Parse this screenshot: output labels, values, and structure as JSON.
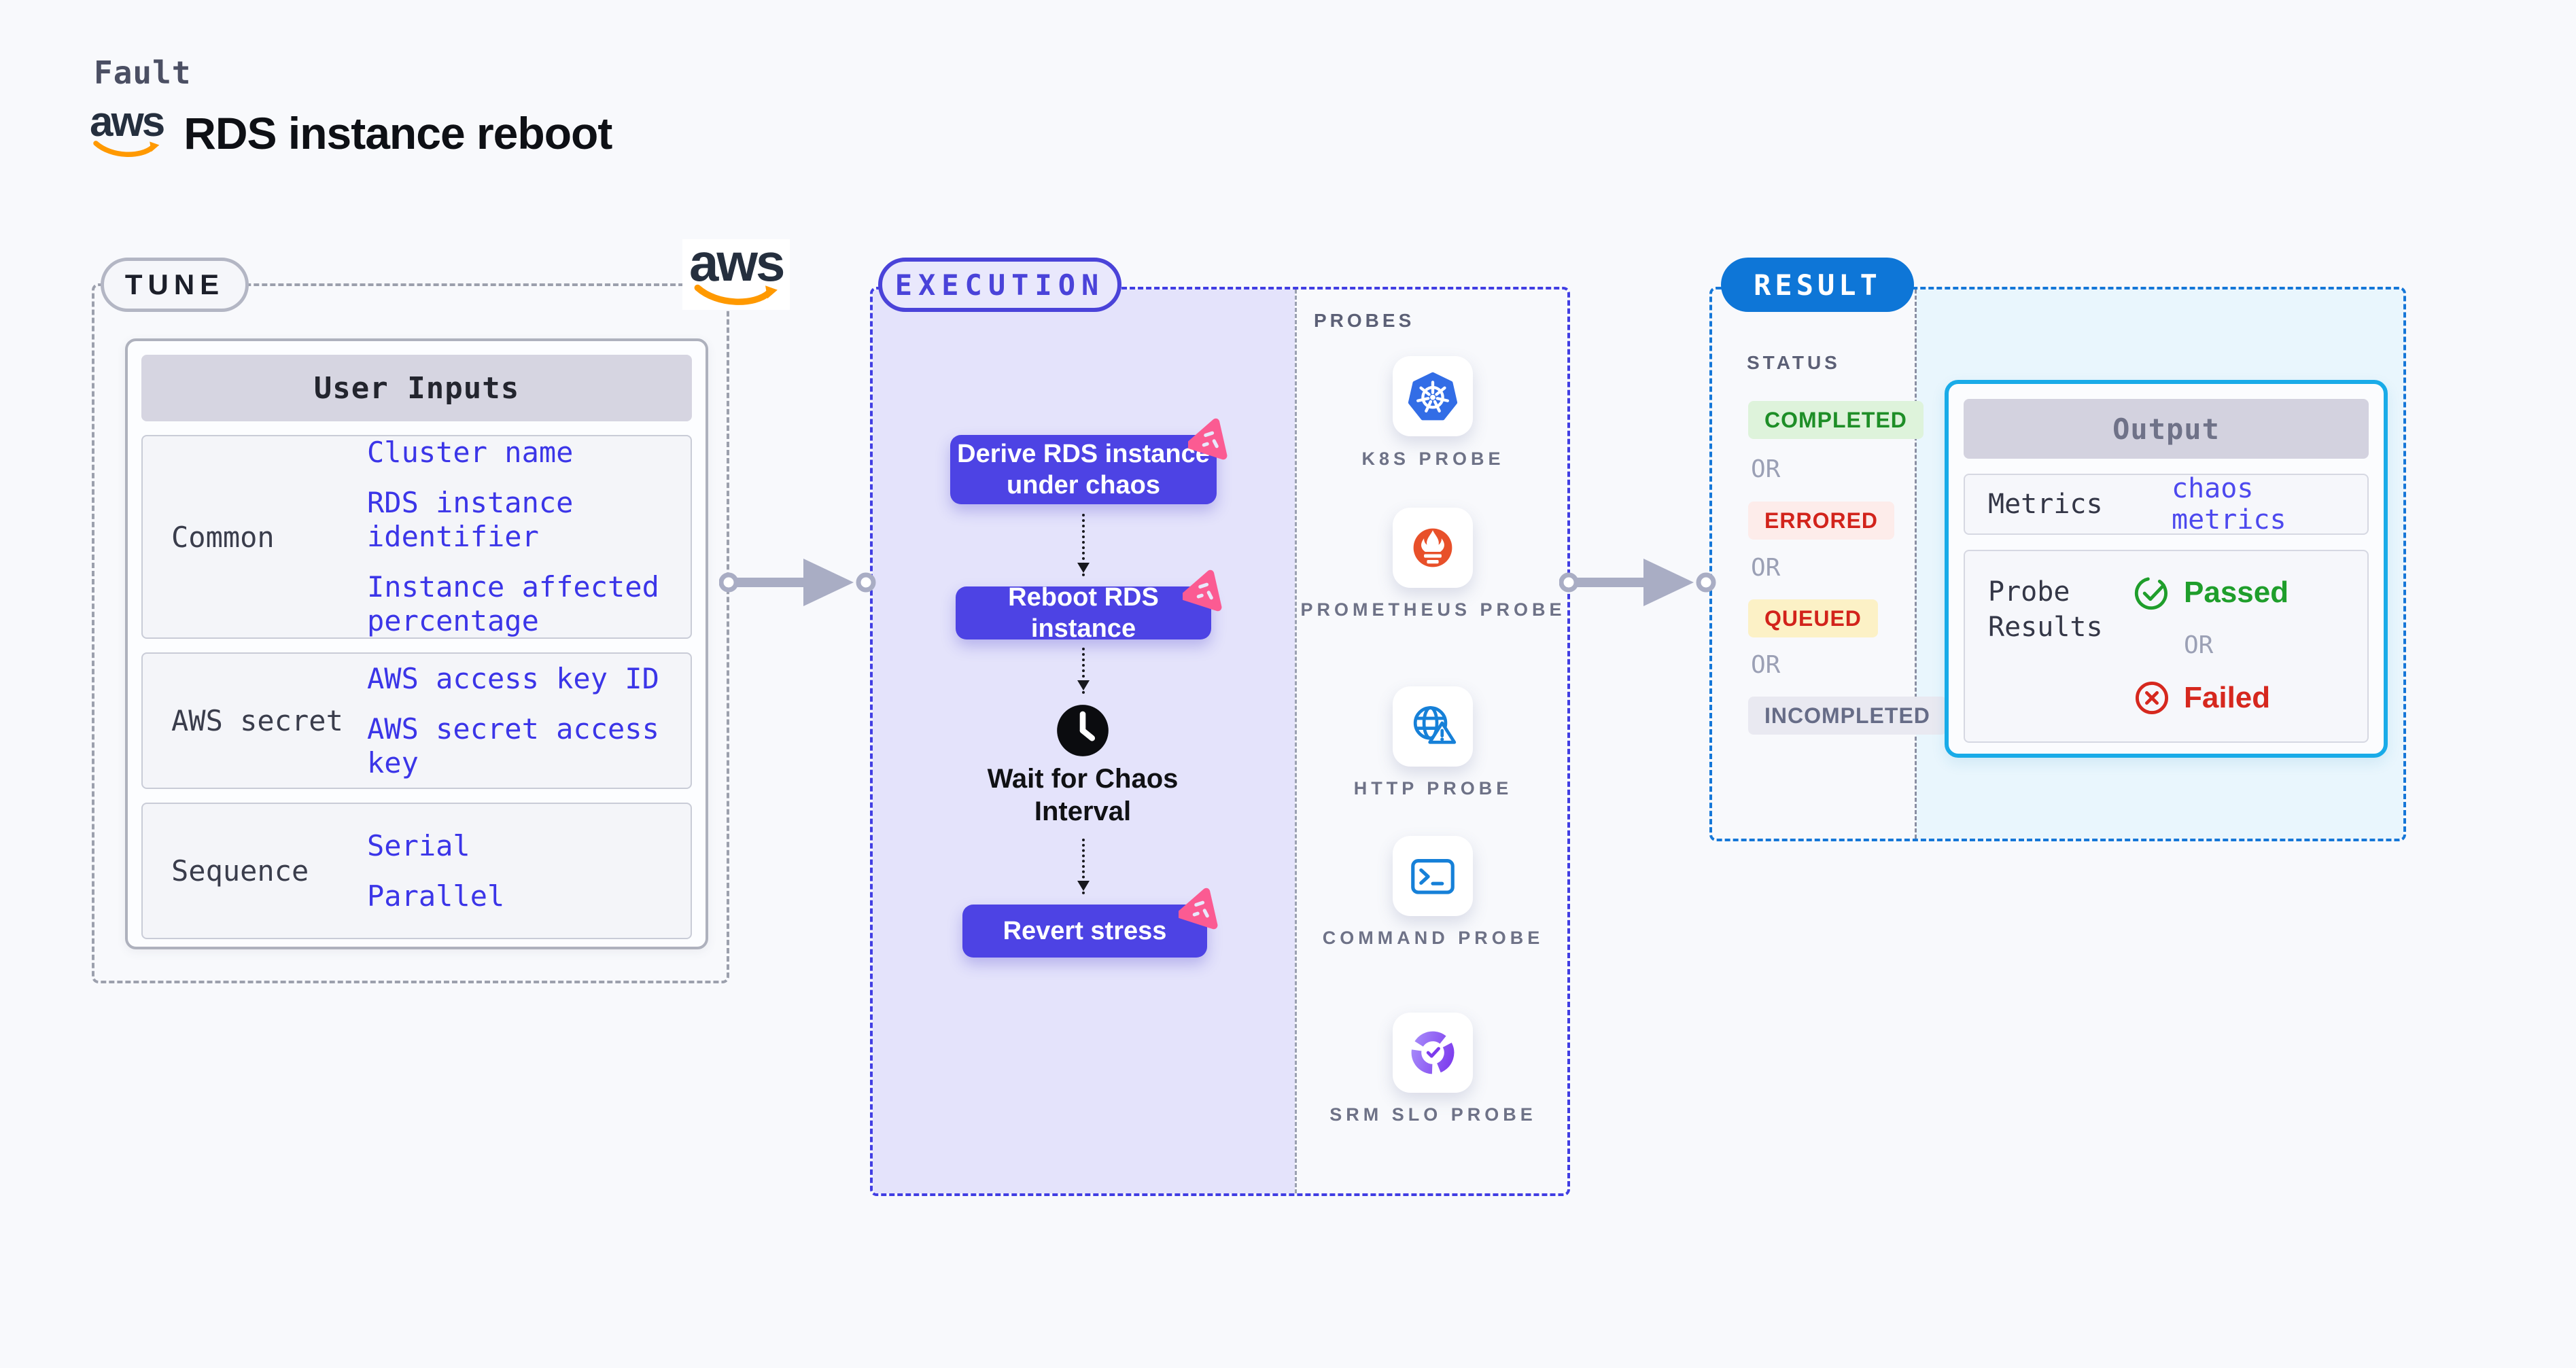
{
  "header": {
    "kicker": "Fault",
    "title": "RDS instance reboot"
  },
  "aws_logo": {
    "text": "aws"
  },
  "tune": {
    "badge": "TUNE",
    "user_inputs": {
      "header": "User Inputs",
      "rows": [
        {
          "label": "Common",
          "values": [
            "Cluster name",
            "RDS instance identifier",
            "Instance affected percentage"
          ]
        },
        {
          "label": "AWS secret",
          "values": [
            "AWS access key ID",
            "AWS secret access key"
          ]
        },
        {
          "label": "Sequence",
          "values": [
            "Serial",
            "Parallel"
          ]
        }
      ]
    }
  },
  "execution": {
    "badge": "EXECUTION",
    "steps": {
      "derive": "Derive RDS instance under chaos",
      "reboot": "Reboot RDS instance",
      "wait": "Wait for Chaos Interval",
      "revert": "Revert stress"
    },
    "probes": {
      "title": "PROBES",
      "items": [
        {
          "icon": "k8s-probe-icon",
          "label": "K8S PROBE"
        },
        {
          "icon": "prometheus-probe-icon",
          "label": "PROMETHEUS PROBE"
        },
        {
          "icon": "http-probe-icon",
          "label": "HTTP PROBE"
        },
        {
          "icon": "command-probe-icon",
          "label": "COMMAND PROBE"
        },
        {
          "icon": "srm-slo-probe-icon",
          "label": "SRM SLO PROBE"
        }
      ]
    }
  },
  "result": {
    "badge": "RESULT",
    "status": {
      "title": "STATUS",
      "or": "OR",
      "badges": [
        {
          "label": "COMPLETED",
          "fg": "#1E8E27",
          "bg": "#DEF3DB"
        },
        {
          "label": "ERRORED",
          "fg": "#D2231B",
          "bg": "#FDECEA"
        },
        {
          "label": "QUEUED",
          "fg": "#D2231B",
          "bg": "#FCF1C6"
        },
        {
          "label": "INCOMPLETED",
          "fg": "#666C87",
          "bg": "#E9E9F1"
        }
      ]
    },
    "output": {
      "header": "Output",
      "metrics_label": "Metrics",
      "metrics_value": "chaos metrics",
      "probe_results_label": "Probe Results",
      "passed": "Passed",
      "or": "OR",
      "failed": "Failed"
    }
  },
  "colors": {
    "page_bg": "#F8F9FC",
    "accent_indigo": "#4D43E4",
    "execution_dash": "#413EE3",
    "execution_fill": "#E4E3FB",
    "tune_dash": "#9CA0AD",
    "result_dash": "#1577D8",
    "result_fill": "#E9F6FD",
    "result_pill_bg": "#0E76D7",
    "output_border": "#19ABE8",
    "link_blue": "#3B35E8",
    "chaos_pink": "#FB5B92",
    "passed_green": "#1F9E2B",
    "failed_red": "#D6281E",
    "arrow_gray": "#A9ADC4",
    "aws_orange": "#FF9900",
    "aws_navy": "#252F3E"
  }
}
